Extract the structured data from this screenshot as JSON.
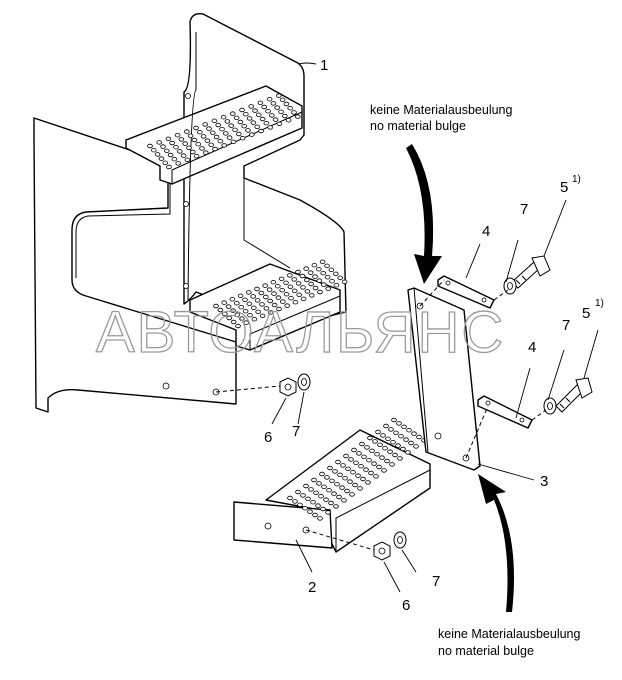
{
  "watermark": "АВТОАЛЬЯНС",
  "notes": {
    "top_de": "keine Materialausbeulung",
    "top_en": "no material bulge",
    "bottom_de": "keine Materialausbeulung",
    "bottom_en": "no material bulge"
  },
  "labels": {
    "p1": "1",
    "p2": "2",
    "p3": "3",
    "p4a": "4",
    "p4b": "4",
    "p5a": "5",
    "p5a_sup": "1)",
    "p5b": "5",
    "p5b_sup": "1)",
    "p6a": "6",
    "p6b": "6",
    "p7a": "7",
    "p7b": "7",
    "p7c": "7",
    "p7d": "7"
  }
}
